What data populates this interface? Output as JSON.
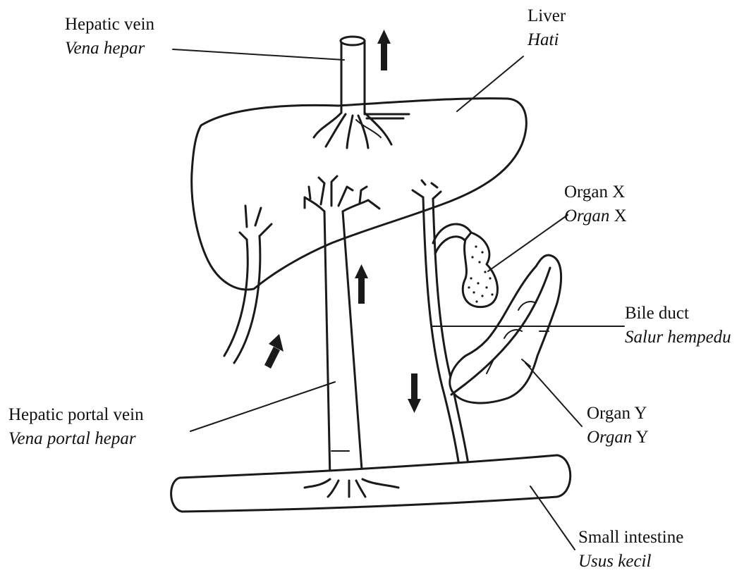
{
  "labels": {
    "hepatic_vein": {
      "en": "Hepatic vein",
      "ms": "Vena hepar"
    },
    "liver": {
      "en": "Liver",
      "ms": "Hati"
    },
    "organ_x": {
      "en": "Organ X",
      "ms_italic": "Organ",
      "ms_rest": " X"
    },
    "bile_duct": {
      "en": "Bile duct",
      "ms": "Salur hempedu"
    },
    "hepatic_portal_vein": {
      "en": "Hepatic portal vein",
      "ms": "Vena portal hepar"
    },
    "organ_y": {
      "en": "Organ Y",
      "ms_italic": "Organ",
      "ms_rest": " Y"
    },
    "small_intestine": {
      "en": "Small intestine",
      "ms": "Usus kecil"
    }
  },
  "colors": {
    "ink": "#1a1a1a",
    "background": "#ffffff"
  }
}
